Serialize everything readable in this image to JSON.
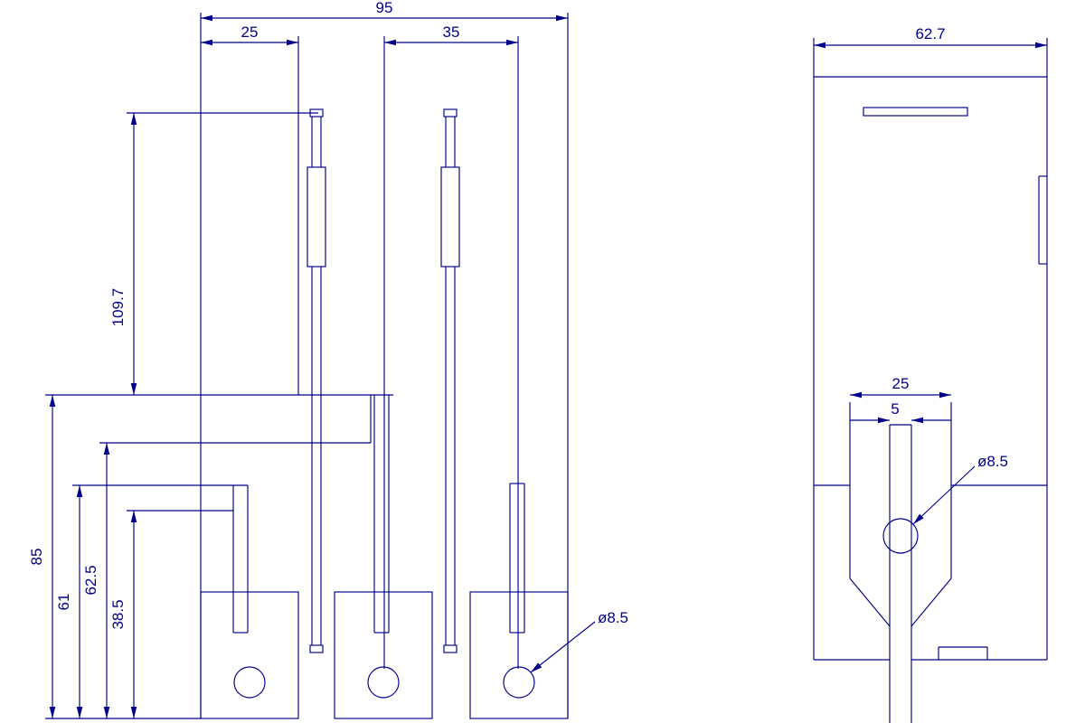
{
  "colors": {
    "line": "#00008C",
    "background": "#ffffff"
  },
  "front_view": {
    "dim_width_total": "95",
    "dim_width_left": "25",
    "dim_width_mid": "35",
    "dim_height_pin": "109.7",
    "dim_height_total": "85",
    "dim_height_a": "61",
    "dim_height_b": "62.5",
    "dim_height_c": "38.5",
    "hole_diameter": "ø8.5"
  },
  "side_view": {
    "dim_width_total": "62.7",
    "dim_slot_width": "25",
    "dim_pin_thickness": "5",
    "hole_diameter": "ø8.5"
  }
}
